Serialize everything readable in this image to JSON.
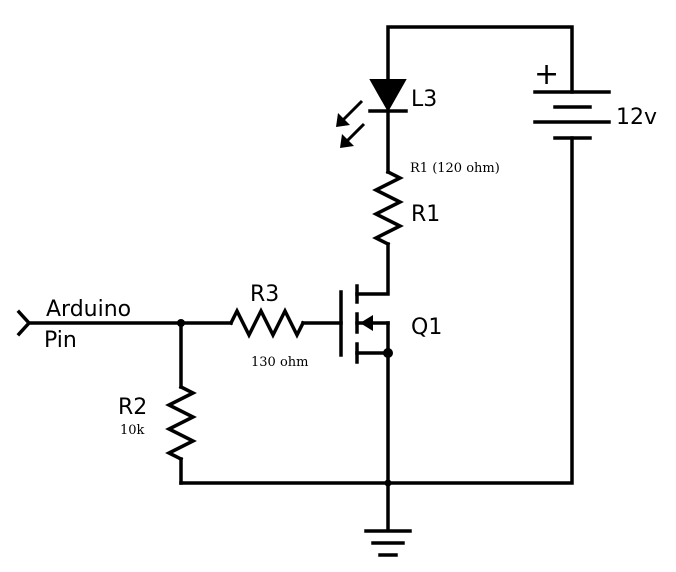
{
  "labels": {
    "led": "L3",
    "battery_plus": "+",
    "battery_voltage": "12v",
    "r1_note": "R1 (120 ohm)",
    "r1": "R1",
    "arduino_line1": "Arduino",
    "arduino_line2": "Pin",
    "r3": "R3",
    "r3_value": "130 ohm",
    "mosfet": "Q1",
    "r2": "R2",
    "r2_value": "10k"
  }
}
